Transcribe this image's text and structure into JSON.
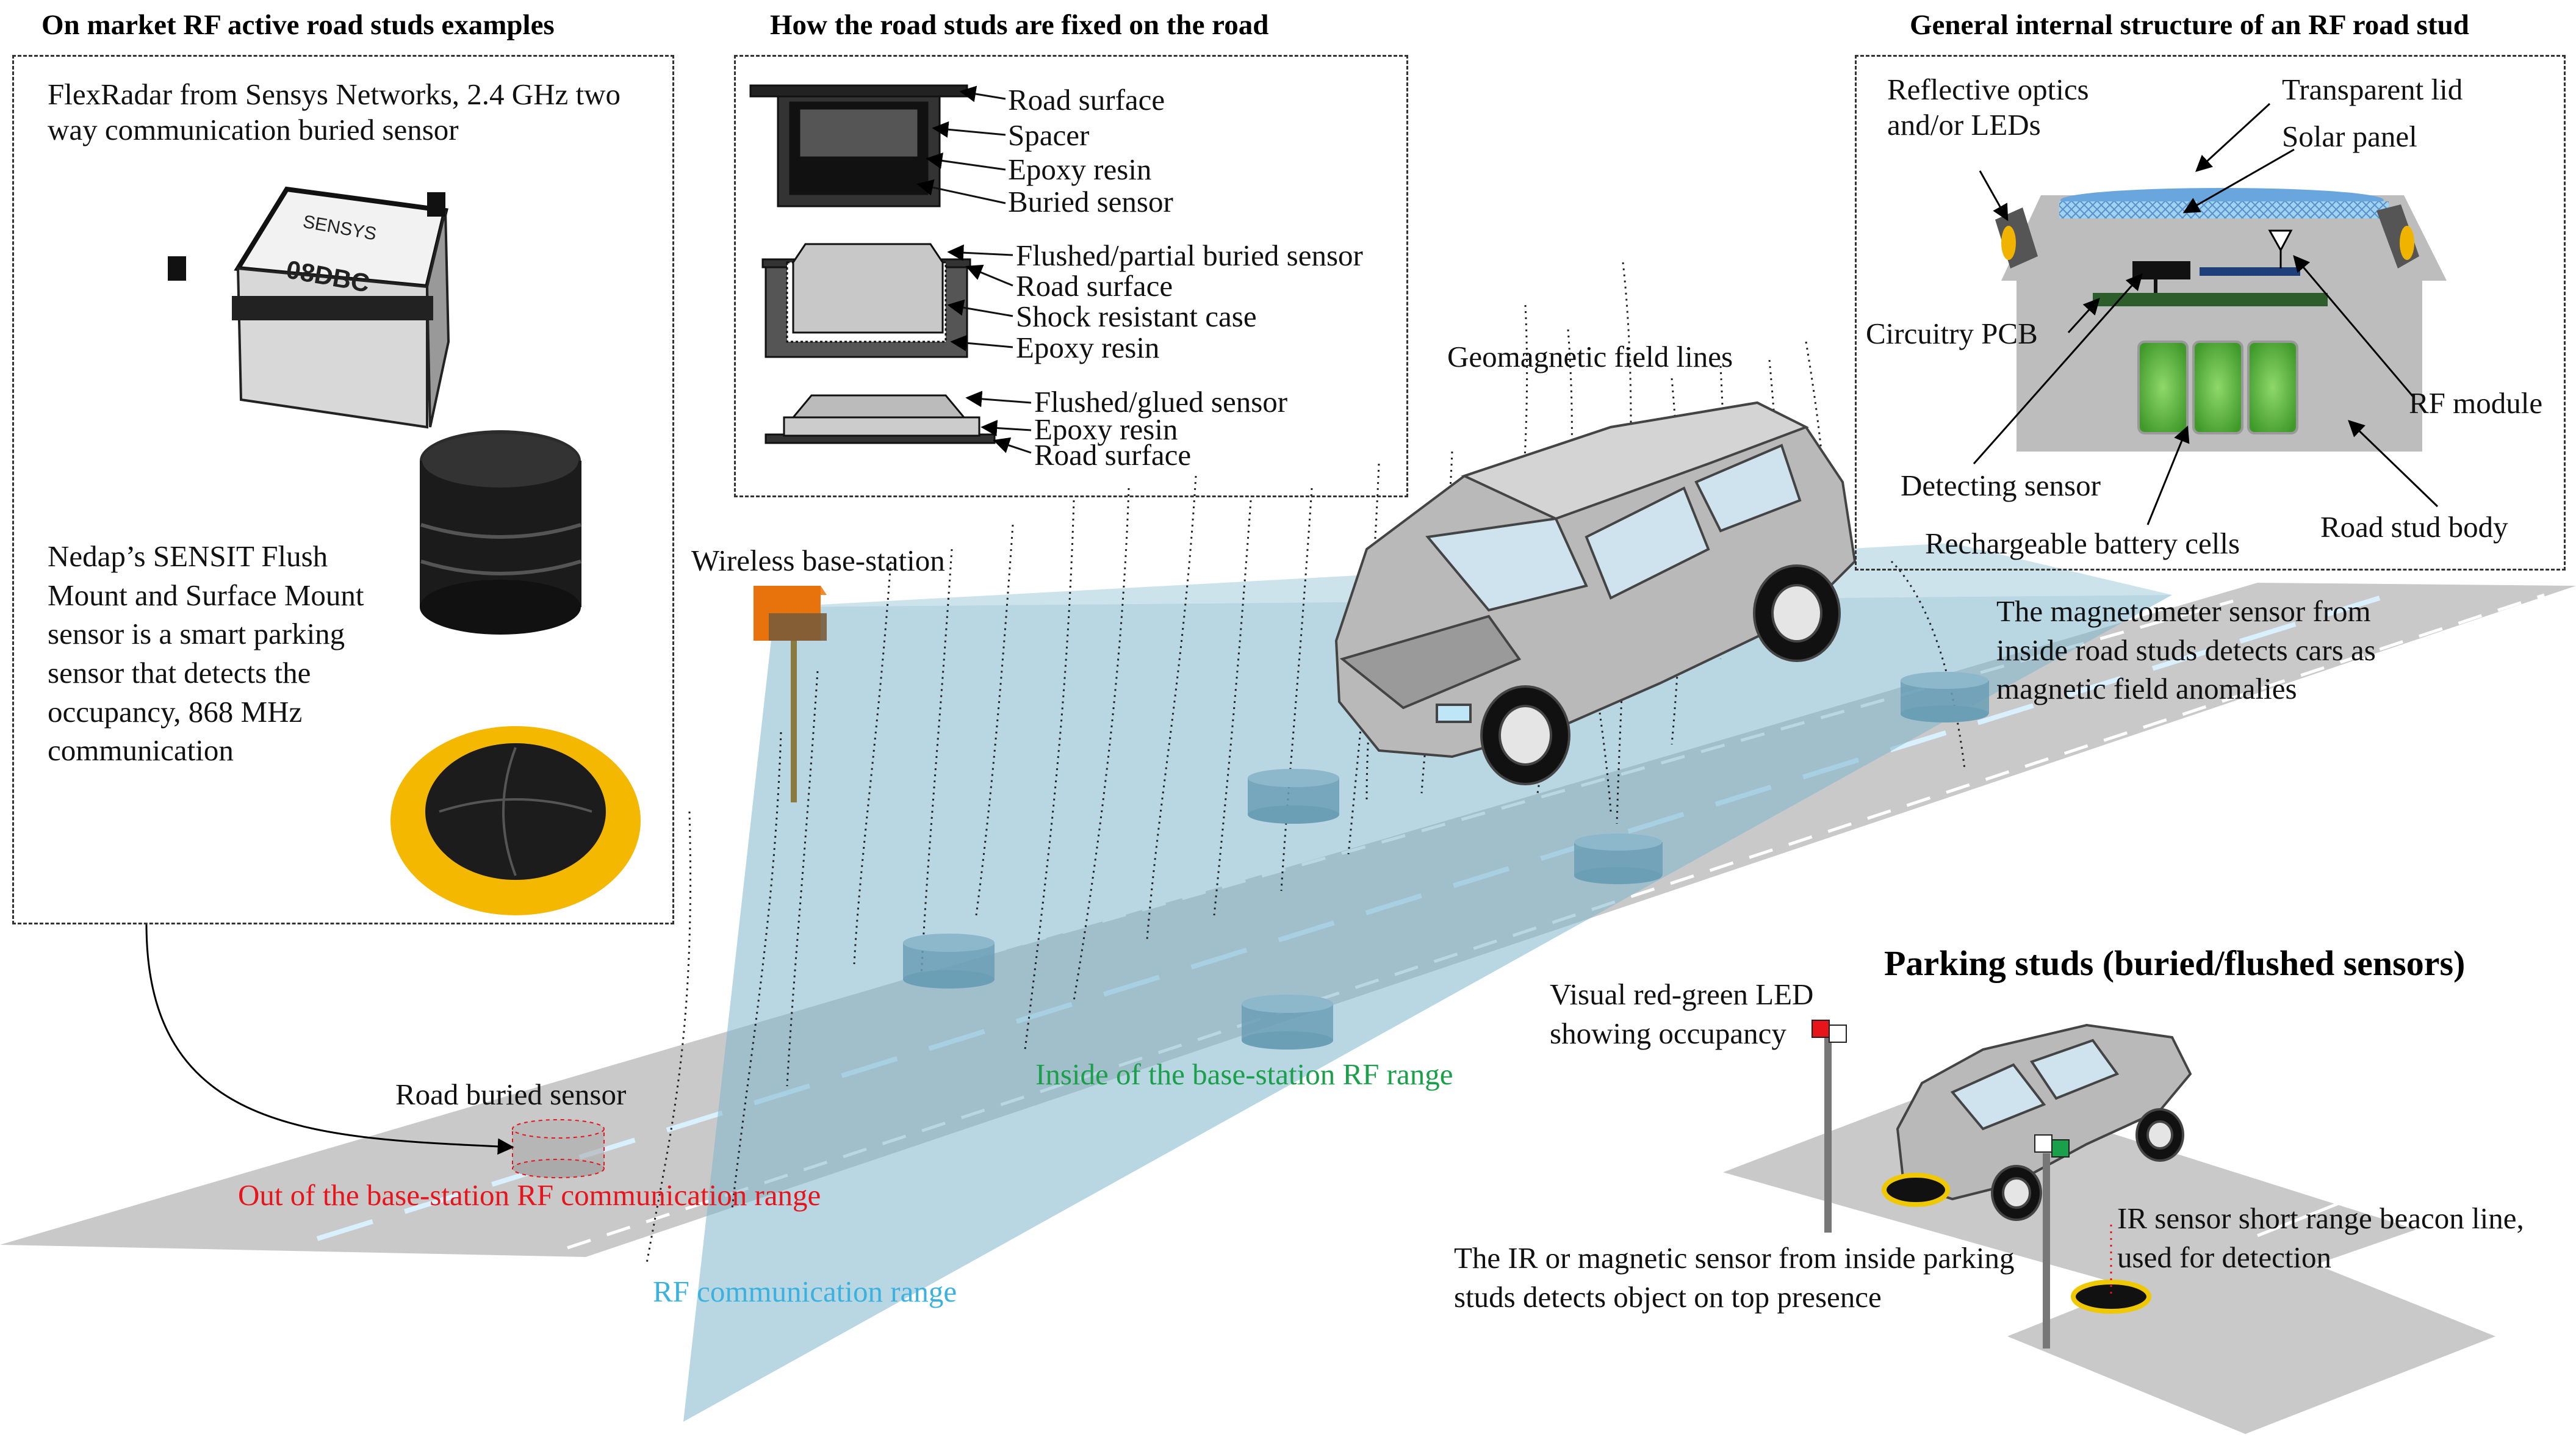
{
  "panels": {
    "examples_title": "On market RF active road studs examples",
    "fixing_title": "How the road studs are fixed on the road",
    "structure_title": "General internal structure of an RF road stud",
    "parking_title": "Parking studs (buried/flushed sensors)"
  },
  "examples": {
    "flexradar": "FlexRadar from Sensys Networks, 2.4 GHz two way communication buried sensor",
    "flexradar_label_brand": "SENSYS",
    "flexradar_label_id": "08DBC",
    "nedap": "Nedap’s SENSIT Flush Mount and Surface Mount sensor is a smart parking sensor that detects the occupancy, 868 MHz communication"
  },
  "fixing": {
    "buried": [
      "Road surface",
      "Spacer",
      "Epoxy resin",
      "Buried sensor"
    ],
    "flushed": [
      "Flushed/partial buried sensor",
      "Road surface",
      "Shock resistant case",
      "Epoxy resin"
    ],
    "glued": [
      "Flushed/glued sensor",
      "Epoxy resin",
      "Road surface"
    ]
  },
  "structure": {
    "reflective": "Reflective optics and/or LEDs",
    "lid": "Transparent lid",
    "solar": "Solar panel",
    "pcb": "Circuitry PCB",
    "rf_module": "RF module",
    "detecting": "Detecting sensor",
    "battery": "Rechargeable battery cells",
    "body": "Road stud body"
  },
  "scene": {
    "geomagnetic": "Geomagnetic field lines",
    "base_station": "Wireless base-station",
    "magnetometer": "The magnetometer sensor from inside road studs detects cars as magnetic field anomalies",
    "inside_range": "Inside of the base-station RF range",
    "road_buried": "Road buried sensor",
    "out_range": "Out of the base-station RF communication range",
    "rf_range": "RF communication range"
  },
  "parking": {
    "led": "Visual red-green LED showing occupancy",
    "ir_magnetic": "The IR or magnetic sensor from inside parking studs detects object on top presence",
    "beacon": "IR sensor short range beacon line, used for detection"
  },
  "colors": {
    "rf_beam": "#7fb5cc",
    "stud": "#6b9fb5",
    "out_range_text": "#e8141c",
    "inside_range_text": "#1aa04a",
    "rf_range_text": "#3ab1df",
    "road": "#c8c8c8",
    "orange_box": "#e8730c"
  }
}
